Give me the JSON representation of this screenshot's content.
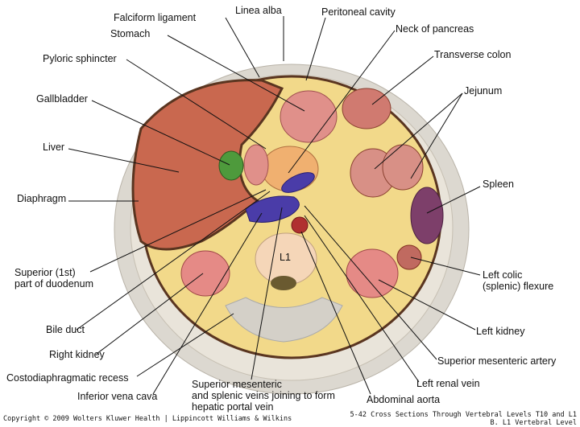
{
  "labels": {
    "falciform": "Falciform ligament",
    "linea_alba": "Linea alba",
    "peritoneal": "Peritoneal cavity",
    "stomach": "Stomach",
    "neck_pancreas": "Neck of pancreas",
    "pyloric": "Pyloric sphincter",
    "transverse_colon": "Transverse colon",
    "jejunum": "Jejunum",
    "gallbladder": "Gallbladder",
    "liver": "Liver",
    "spleen": "Spleen",
    "diaphragm": "Diaphragm",
    "duodenum_1": "Superior (1st)",
    "duodenum_2": "part of duodenum",
    "vertebra": "L1",
    "colic_1": "Left colic",
    "colic_2": "(splenic) flexure",
    "bile_duct": "Bile duct",
    "left_kidney": "Left kidney",
    "right_kidney": "Right kidney",
    "sma": "Superior mesenteric artery",
    "costo": "Costodiaphragmatic recess",
    "left_renal_vein": "Left renal vein",
    "ivc": "Inferior vena cava",
    "portal_1": "Superior mesenteric",
    "portal_2": "and splenic veins joining to form",
    "portal_3": "hepatic portal vein",
    "aorta": "Abdominal aorta"
  },
  "footer": {
    "copyright": "Copyright © 2009 Wolters Kluwer Health | Lippincott Williams & Wilkins",
    "figure_1": "5-42 Cross Sections Through Vertebral Levels T10 and L1",
    "figure_2": "B. L1 Vertebral Level"
  },
  "colors": {
    "liver": "#c9684f",
    "fat": "#f2d98a",
    "muscle": "#d9d4cc",
    "kidney": "#e58a86",
    "vein": "#4a3ca8",
    "spleen": "#7d3f6a",
    "gallbladder": "#4e9a3c"
  }
}
